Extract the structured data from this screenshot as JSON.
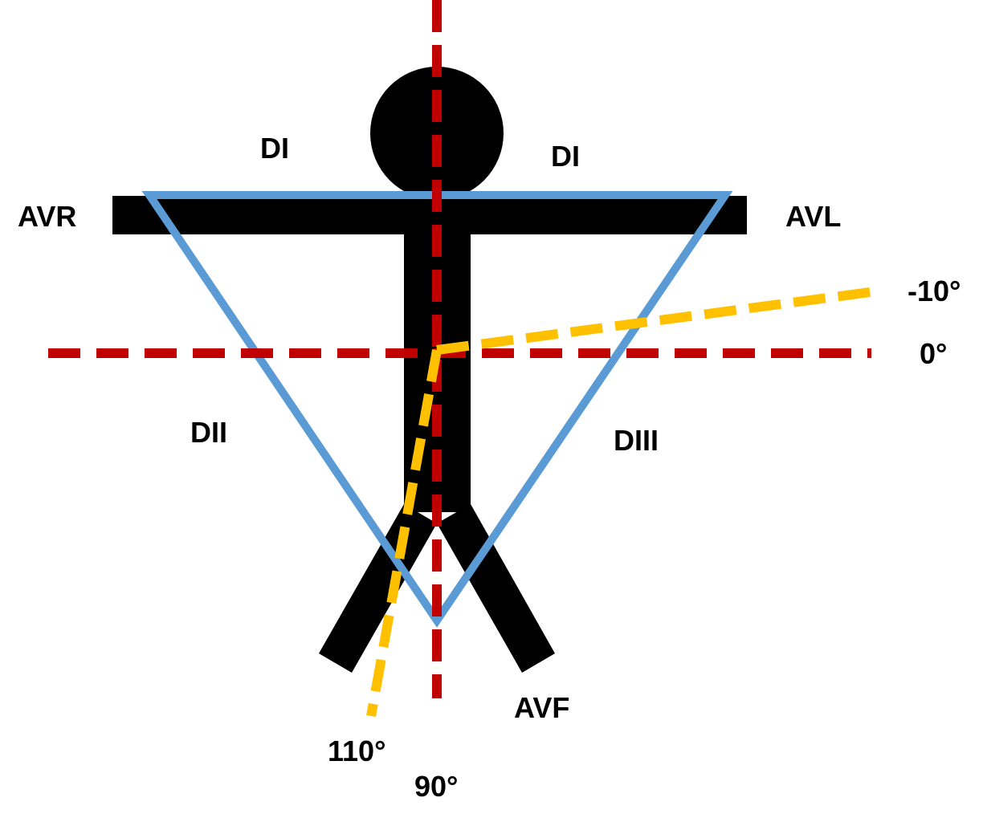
{
  "colors": {
    "figure": "#000000",
    "einthoven_triangle": "#5b9bd5",
    "reference_axes": "#c00000",
    "electrical_axis": "#ffc000",
    "background": "#ffffff"
  },
  "labels": {
    "avr": "AVR",
    "avl": "AVL",
    "avf": "AVF",
    "di_left": "DI",
    "di_right": "DI",
    "dii": "DII",
    "diii": "DIII",
    "angle_minus10": "-10°",
    "angle_0": "0°",
    "angle_110": "110°",
    "angle_90": "90°"
  }
}
